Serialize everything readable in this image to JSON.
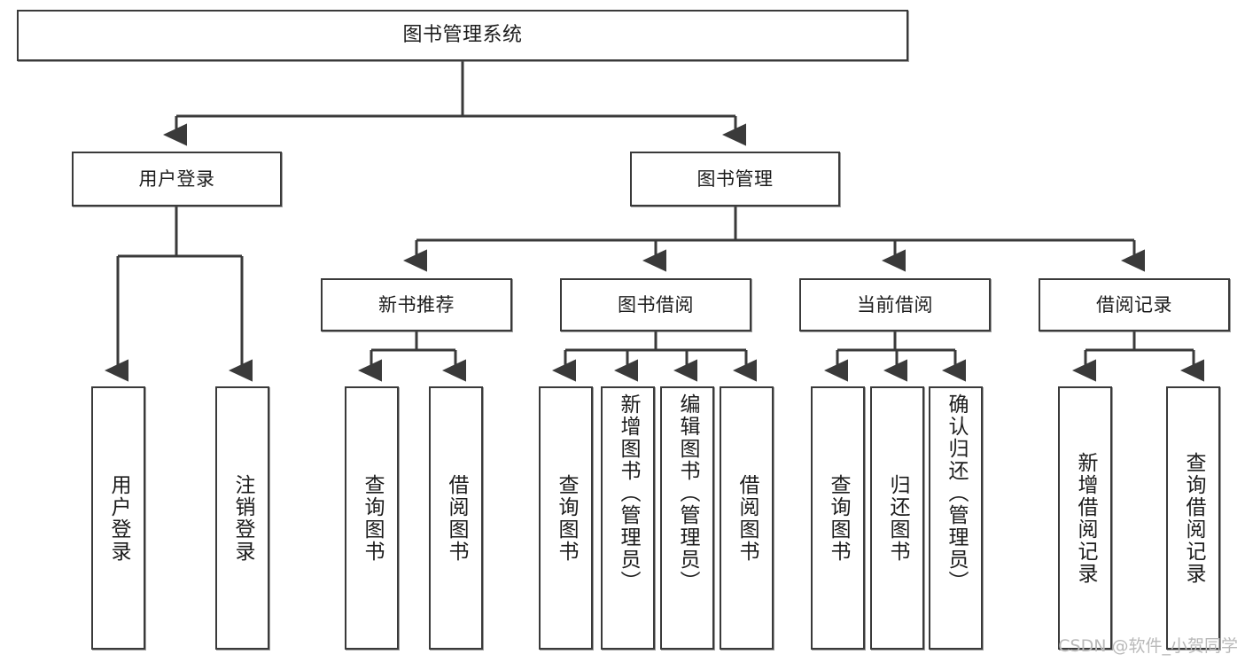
{
  "diagram": {
    "type": "tree",
    "title": "图书管理系统",
    "orientation": "top-down",
    "colors": {
      "box_border": "#3a3a3a",
      "box_fill": "#ffffff",
      "connector": "#3a3a3a",
      "text": "#1c1c1c",
      "watermark": "#b9b9b9"
    },
    "root": {
      "label": "图书管理系统"
    },
    "level2": [
      {
        "label": "用户登录"
      },
      {
        "label": "图书管理"
      }
    ],
    "level3": [
      {
        "label": "新书推荐"
      },
      {
        "label": "图书借阅"
      },
      {
        "label": "当前借阅"
      },
      {
        "label": "借阅记录"
      }
    ],
    "leaves": {
      "user_login": [
        {
          "label": "用户登录"
        },
        {
          "label": "注销登录"
        }
      ],
      "new_book_recommend": [
        {
          "label": "查询图书"
        },
        {
          "label": "借阅图书"
        }
      ],
      "book_borrow": [
        {
          "label": "查询图书"
        },
        {
          "label": "新增图书（管理员）"
        },
        {
          "label": "编辑图书（管理员）"
        },
        {
          "label": "借阅图书"
        }
      ],
      "current_borrow": [
        {
          "label": "查询图书"
        },
        {
          "label": "归还图书"
        },
        {
          "label": "确认归还（管理员）"
        }
      ],
      "borrow_record": [
        {
          "label": "新增借阅记录"
        },
        {
          "label": "查询借阅记录"
        }
      ]
    }
  },
  "watermark": {
    "text": "CSDN @软件_小贺同学"
  }
}
